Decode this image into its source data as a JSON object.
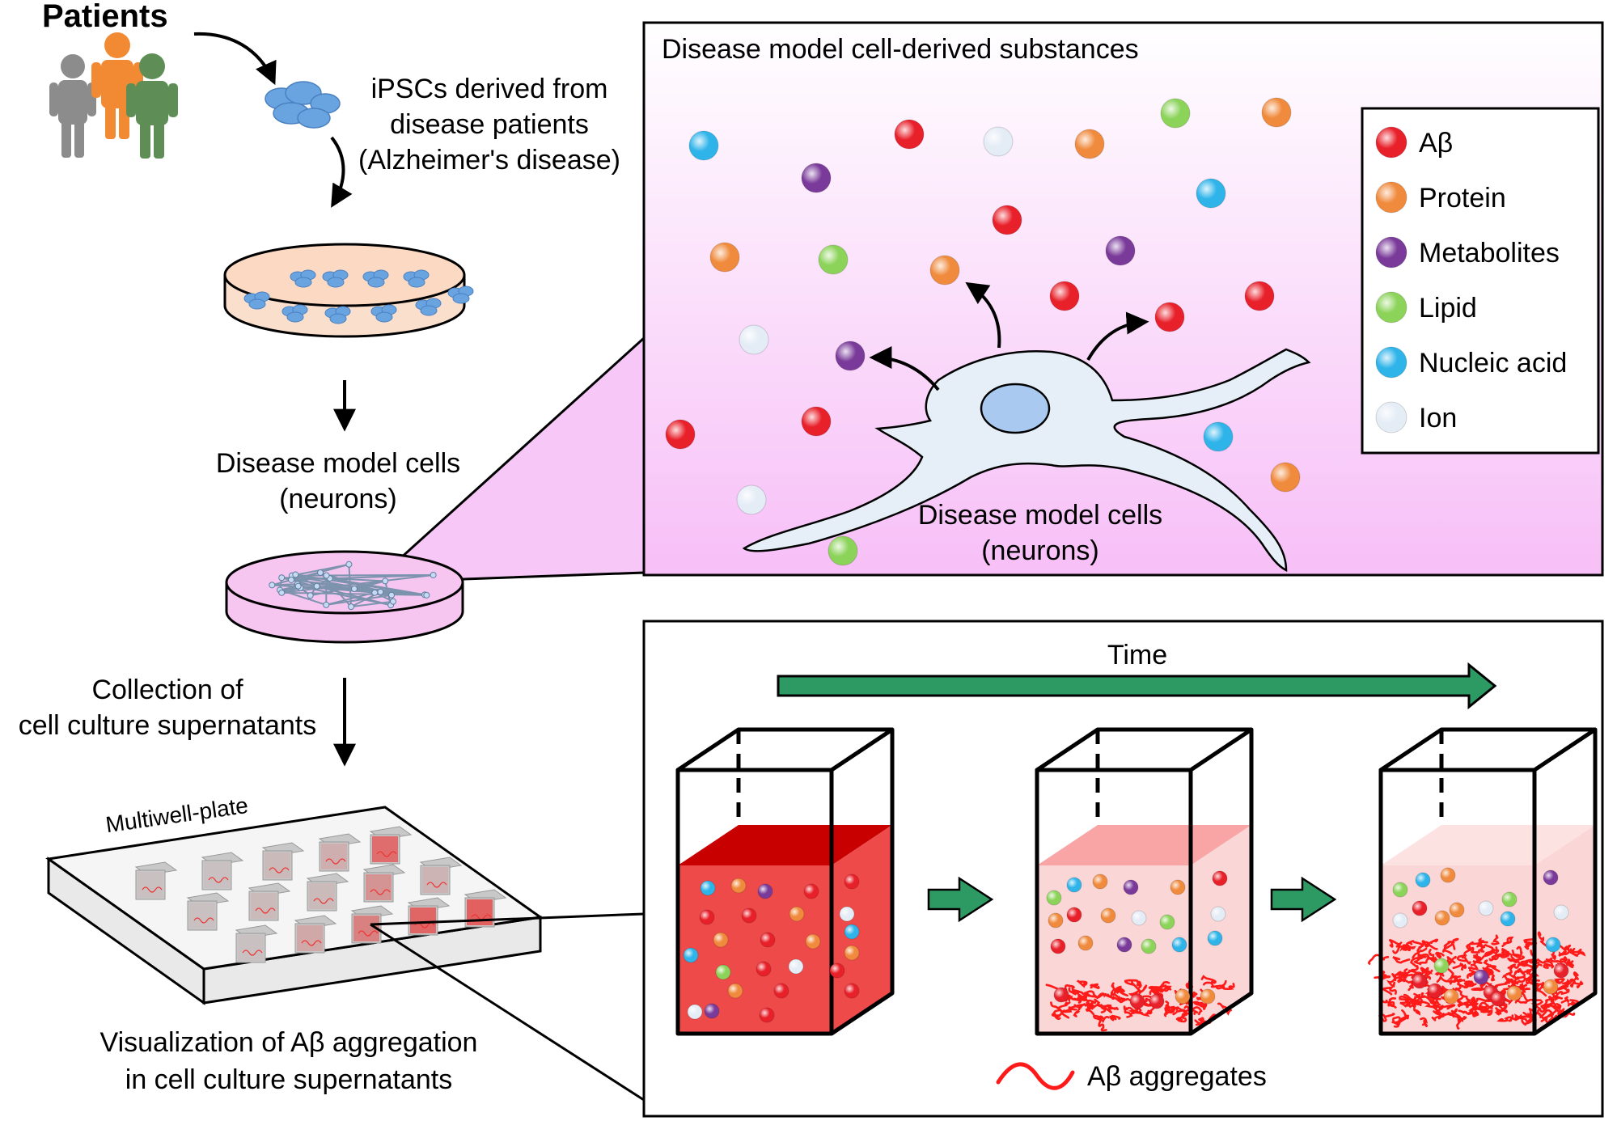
{
  "patients_label": "Patients",
  "ipsc_label": [
    "iPSCs derived from",
    "disease patients",
    "(Alzheimer's disease)"
  ],
  "model_cells_label": [
    "Disease model cells",
    "(neurons)"
  ],
  "collection_label": [
    "Collection of",
    "cell culture supernatants"
  ],
  "plate_label": "Multiwell-plate",
  "visualization_label": [
    "Visualization of Aβ aggregation",
    "in cell culture supernatants"
  ],
  "top_panel": {
    "title": "Disease model cell-derived substances",
    "cell_label": [
      "Disease model cells",
      "(neurons)"
    ]
  },
  "legend": [
    {
      "label": "Aβ",
      "color": "#e8202a"
    },
    {
      "label": "Protein",
      "color": "#f08a3c"
    },
    {
      "label": "Metabolites",
      "color": "#7a3a9a"
    },
    {
      "label": "Lipid",
      "color": "#8cd35a"
    },
    {
      "label": "Nucleic acid",
      "color": "#2fb4ea"
    },
    {
      "label": "Ion",
      "color": "#e4ecf6"
    }
  ],
  "bottom_panel": {
    "time_label": "Time",
    "aggregates_label": "Aβ aggregates"
  },
  "colors": {
    "panel_gradient_top": "#ffffff",
    "panel_gradient_bottom": "#f7bff7",
    "time_arrow": "#2e9a63",
    "liquid_dark": "#ee4a4a",
    "liquid_light": "#fbd6d6",
    "aggregate": "#ff1a1a",
    "cell_fill": "#e6eef8"
  }
}
